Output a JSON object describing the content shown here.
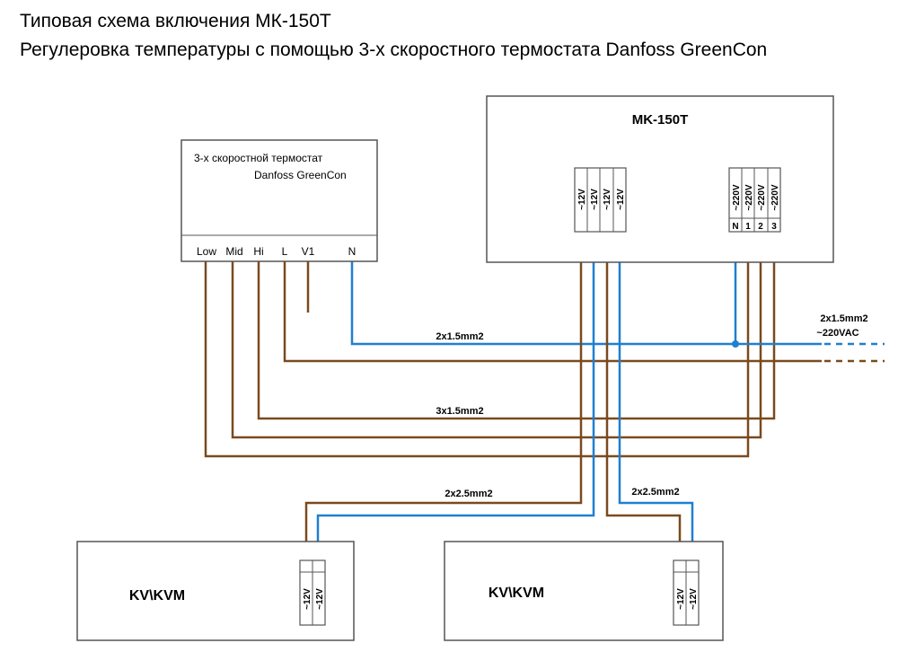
{
  "title": "Типовая схема включения МК-150Т",
  "subtitle": "Регулеровка температуры с помощью 3-х скоростного термостата  Danfoss  GreenCon",
  "thermostat": {
    "line1": "3-х скоростной термостат",
    "line2": "Danfoss  GreenCon",
    "terminals": [
      "Low",
      "Mid",
      "Hi",
      "L",
      "V1",
      "N"
    ]
  },
  "controller": {
    "name": "MK-150T",
    "low_voltage_terminals": [
      "~12V",
      "~12V",
      "~12V",
      "~12V"
    ],
    "mains_terminals": [
      "~220V",
      "~220V",
      "~220V",
      "~220V"
    ],
    "mains_terminal_numbers": [
      "N",
      "1",
      "2",
      "3"
    ]
  },
  "cables": {
    "neutral": "2x1.5mm2",
    "speeds": "3x1.5mm2",
    "left_unit": "2x2.5mm2",
    "right_unit": "2x2.5mm2",
    "supply": "2x1.5mm2",
    "supply_voltage": "~220VAC"
  },
  "units": [
    {
      "name": "KV\\KVM",
      "terminals": [
        "~12V",
        "~12V"
      ]
    },
    {
      "name": "KV\\KVM",
      "terminals": [
        "~12V",
        "~12V"
      ]
    }
  ],
  "colors": {
    "brown": "#7a4a1e",
    "blue": "#1f7fd1",
    "outline": "#555555"
  }
}
